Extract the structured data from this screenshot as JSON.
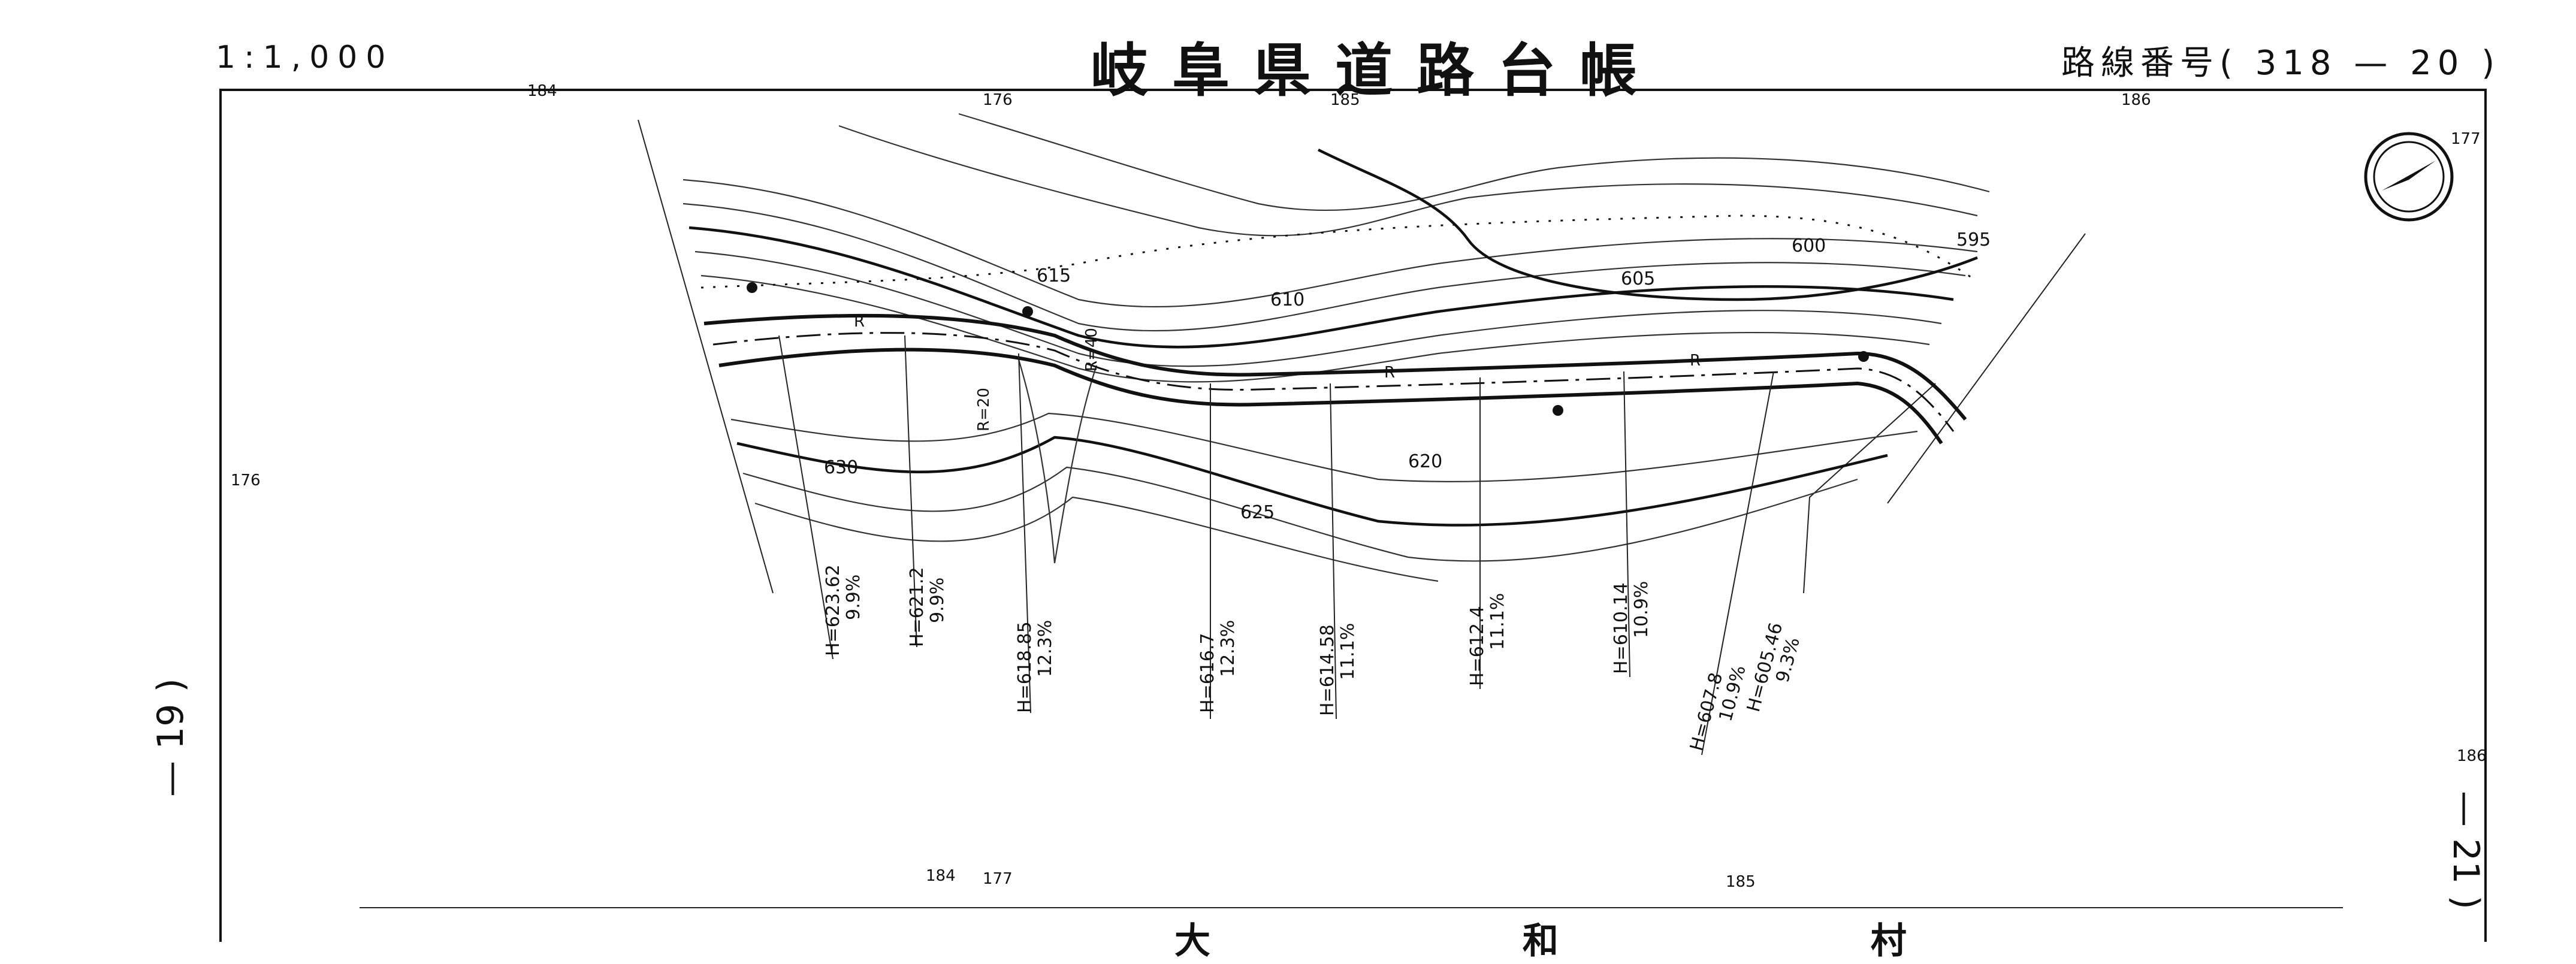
{
  "header": {
    "scale": "1:1,000",
    "title": "岐阜県道路台帳",
    "route_number": "路線番号( 318 — 20 )"
  },
  "side_labels": {
    "left": "— 19 )",
    "right": "— 21 )"
  },
  "footer": {
    "village": "大 和 村"
  },
  "map": {
    "contour_labels": [
      "595",
      "600",
      "605",
      "610",
      "615",
      "620",
      "625",
      "630"
    ],
    "sheet_refs": [
      "184",
      "176",
      "185",
      "186",
      "177",
      "176",
      "184",
      "177",
      "185",
      "186"
    ],
    "road_labels": [
      "R",
      "R",
      "R",
      "R=20",
      "R=40"
    ],
    "heights": [
      {
        "h": "H=623.62",
        "g": "9.9%"
      },
      {
        "h": "H=621.2",
        "g": "9.9%"
      },
      {
        "h": "H=618.85",
        "g": "12.3%"
      },
      {
        "h": "H=616.7",
        "g": "12.3%"
      },
      {
        "h": "H=614.58",
        "g": "11.1%"
      },
      {
        "h": "H=612.4",
        "g": "11.1%"
      },
      {
        "h": "H=610.14",
        "g": "10.9%"
      },
      {
        "h": "H=607.8",
        "g": "10.9%"
      },
      {
        "h": "H=605.46",
        "g": "9.3%"
      }
    ]
  }
}
